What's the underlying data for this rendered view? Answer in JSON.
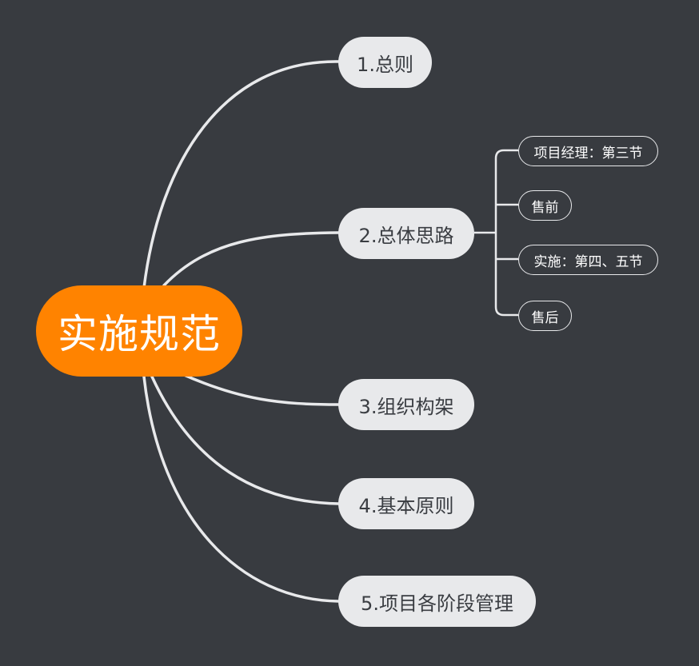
{
  "root": {
    "label": "实施规范",
    "color": "#ff8300"
  },
  "branches": [
    {
      "label": "1.总则"
    },
    {
      "label": "2.总体思路",
      "children": [
        {
          "label": "项目经理：第三节"
        },
        {
          "label": "售前"
        },
        {
          "label": "实施：第四、五节"
        },
        {
          "label": "售后"
        }
      ]
    },
    {
      "label": "3.组织构架"
    },
    {
      "label": "4.基本原则"
    },
    {
      "label": "5.项目各阶段管理"
    }
  ],
  "colors": {
    "background": "#383b40",
    "connector": "#e8e9eb",
    "branch_fill": "#e8e9eb"
  }
}
